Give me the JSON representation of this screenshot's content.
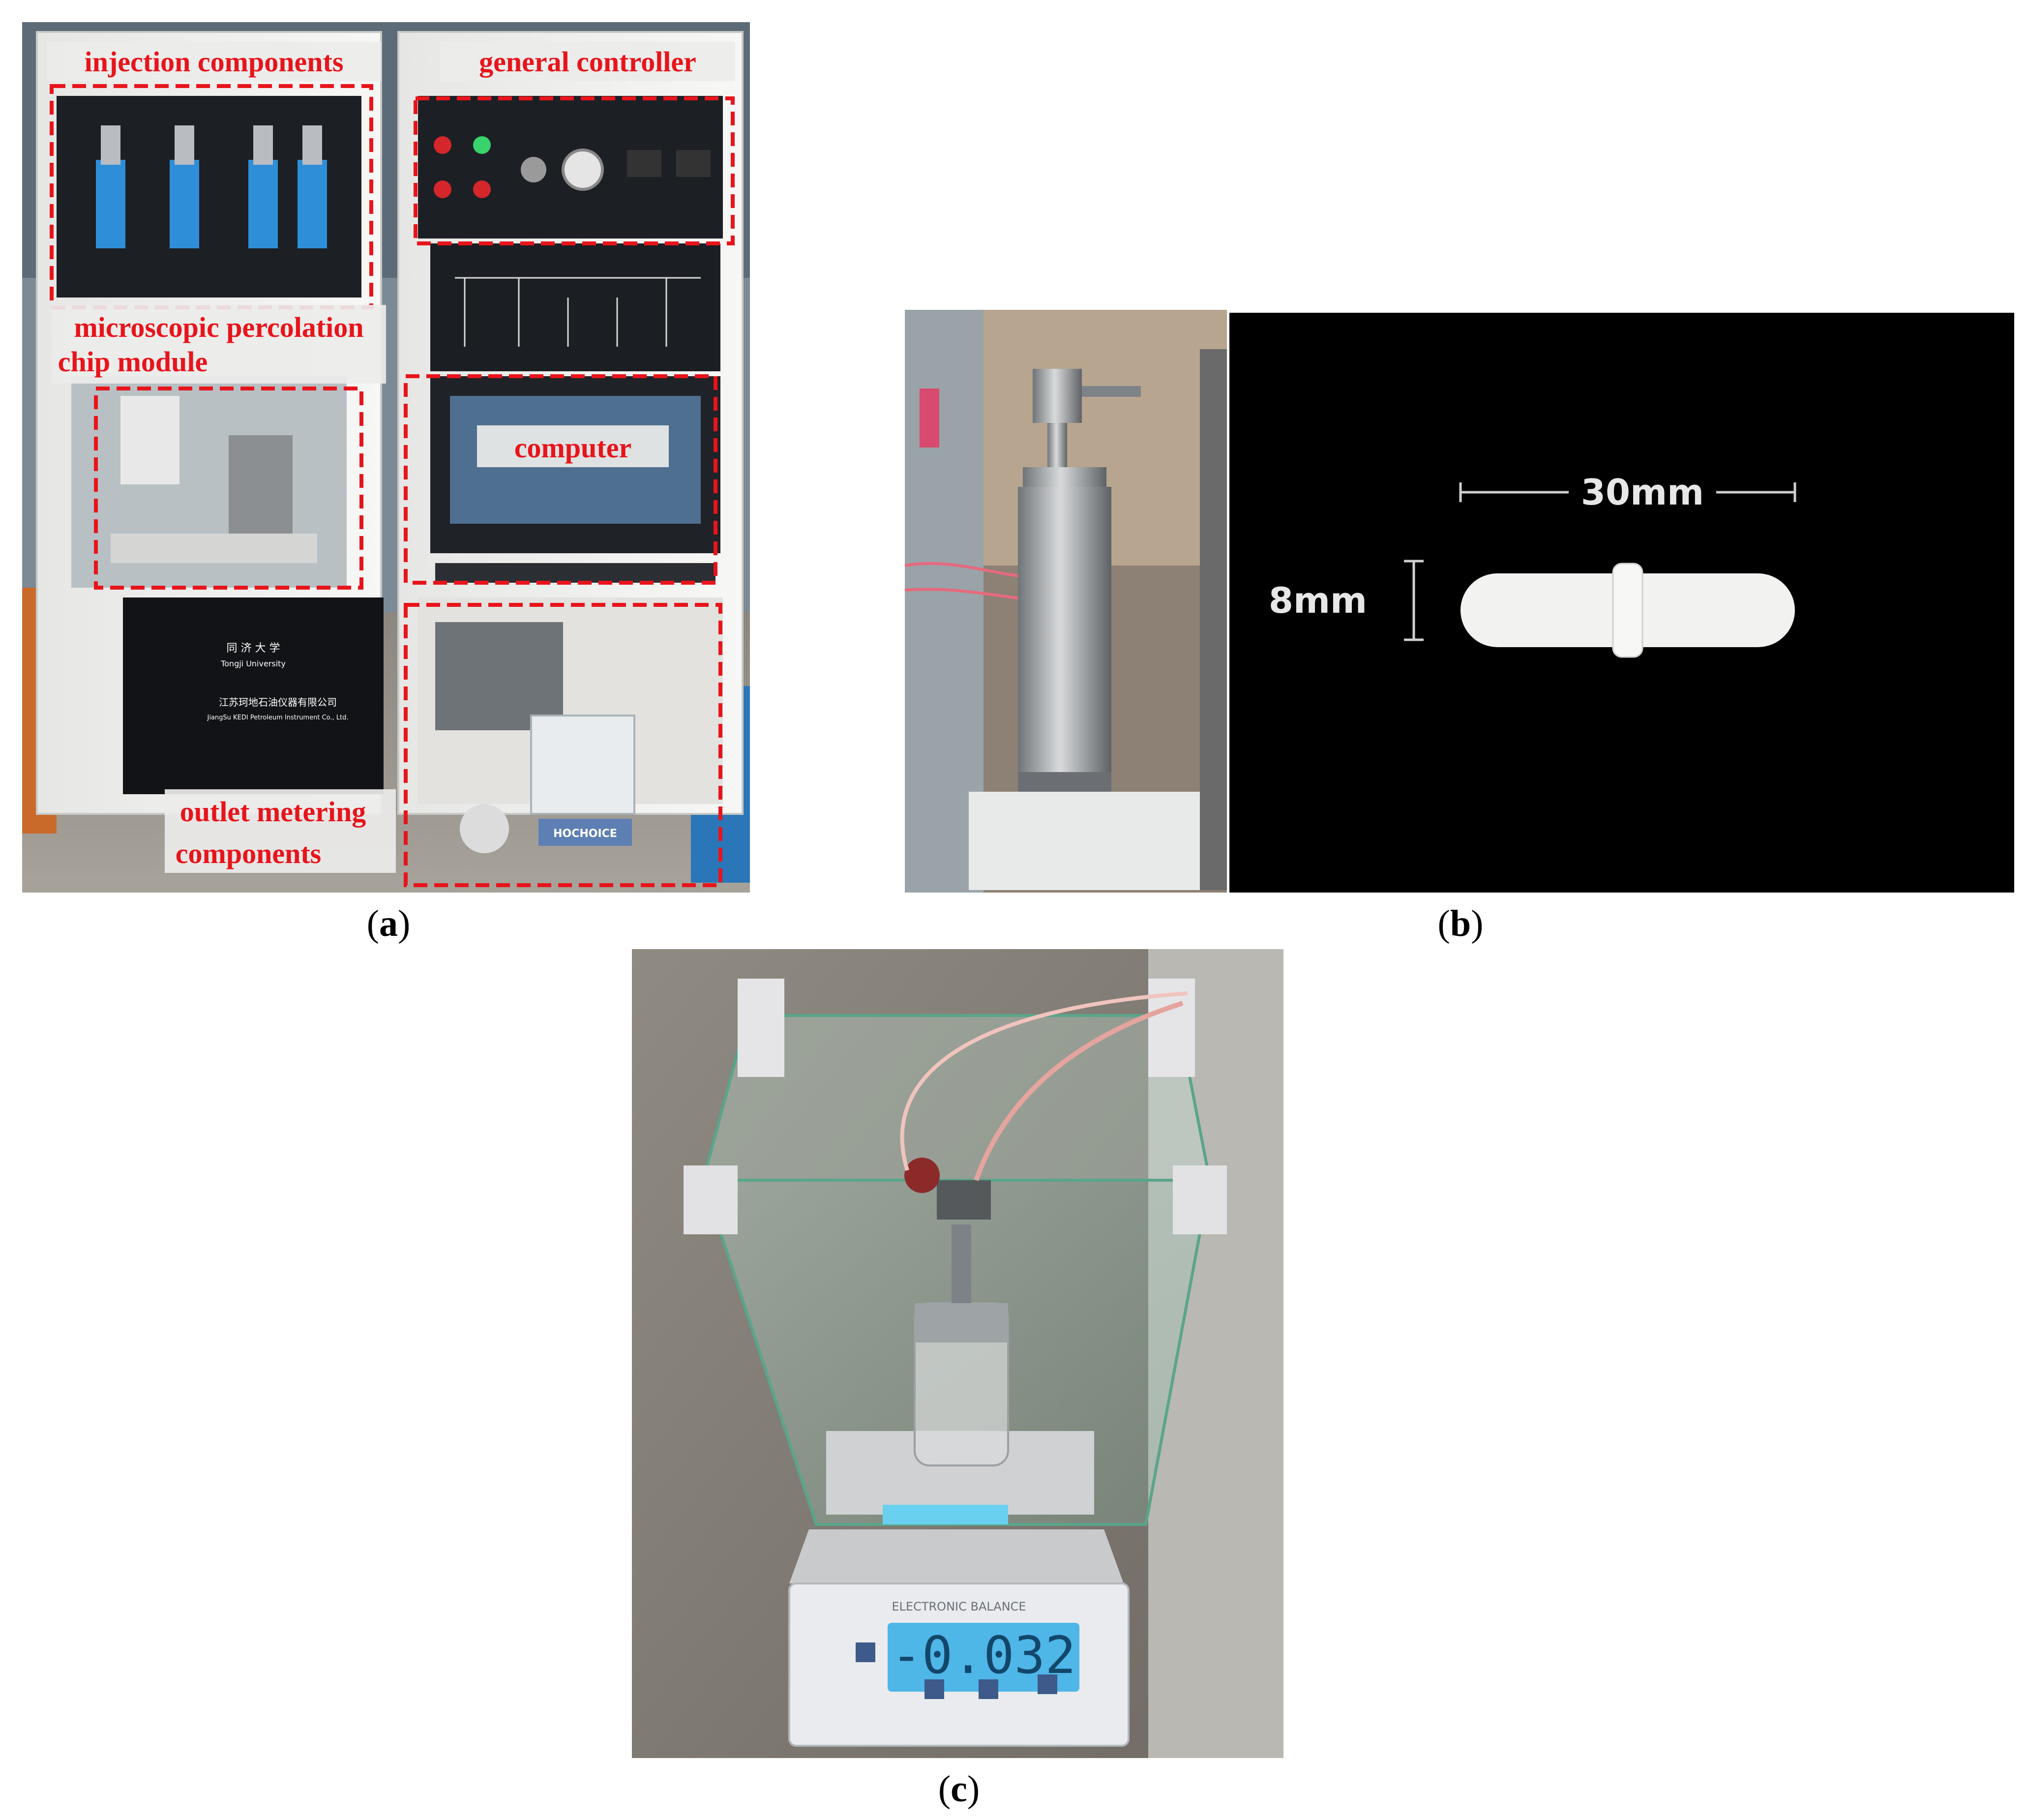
{
  "panel_a": {
    "labels": {
      "injection": "injection components",
      "controller": "general controller",
      "chip_line1": "microscopic percolation",
      "chip_line2": "chip module",
      "computer": "computer",
      "outlet_line1": "outlet metering",
      "outlet_line2": "components"
    },
    "signs": {
      "university_cn": "同 济 大 学",
      "university_en": "Tongji University",
      "company_cn": "江苏珂地石油仪器有限公司",
      "company_en": "JiangSu KEDI Petroleum Instrument Co., Ltd.",
      "balance_brand": "HOCHOICE"
    },
    "caption_letter": "a",
    "colors": {
      "annotation": "#e8141b"
    }
  },
  "panel_b": {
    "length_label": "30mm",
    "diameter_label": "8mm",
    "caption_letter": "b"
  },
  "panel_c": {
    "balance_title": "ELECTRONIC BALANCE",
    "display_reading": "-0.032",
    "caption_letter": "c"
  }
}
